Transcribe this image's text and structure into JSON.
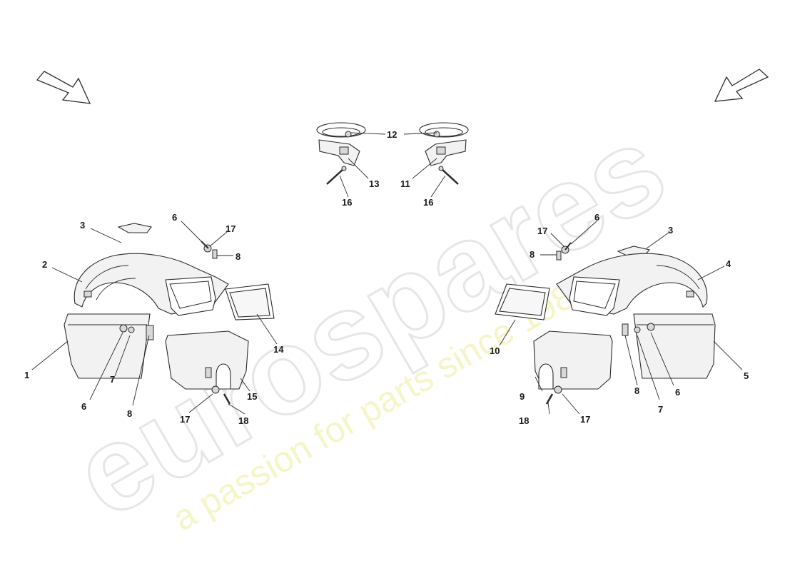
{
  "watermark": {
    "brand": "eurospares",
    "tagline": "a passion for parts since 1985"
  },
  "icons": {
    "left_arrow": "direction-arrow-down-right",
    "right_arrow": "direction-arrow-down-left"
  },
  "callouts": {
    "c1": "1",
    "c2": "2",
    "c3L": "3",
    "c6La": "6",
    "c17La": "17",
    "c8La": "8",
    "c6Lb": "6",
    "c7L": "7",
    "c8Lb": "8",
    "c17Lb": "17",
    "c18L": "18",
    "c14": "14",
    "c15": "15",
    "c12": "12",
    "c13": "13",
    "c11": "11",
    "c16L": "16",
    "c16R": "16",
    "c3R": "3",
    "c4": "4",
    "c17Ra": "17",
    "c6Ra": "6",
    "c8Ra": "8",
    "c10": "10",
    "c8Rb": "8",
    "c7R": "7",
    "c6Rb": "6",
    "c5": "5",
    "c9": "9",
    "c18R": "18",
    "c17Rb": "17"
  },
  "colors": {
    "line": "#2b2b2b",
    "watermark_grey": "#e6e6e6",
    "watermark_yellow": "#f5f5c8"
  }
}
